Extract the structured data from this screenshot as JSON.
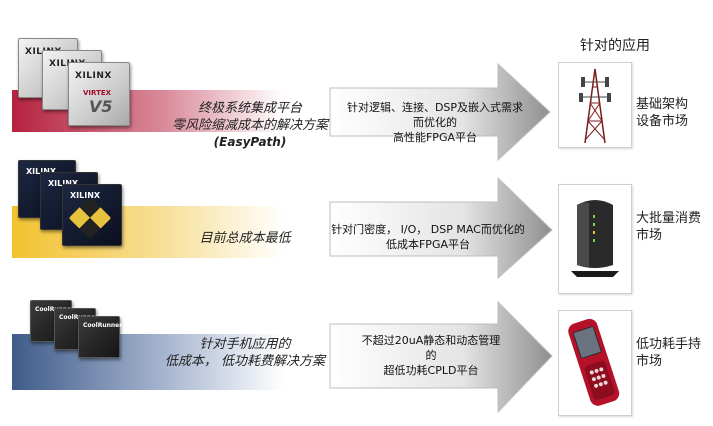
{
  "header": {
    "title": "针对的应用"
  },
  "rows": [
    {
      "band_lines": [
        "终极系统集成平台",
        "零风险缩减成本的解决方案",
        "(EasyPath)"
      ],
      "arrow_lines": [
        "针对逻辑、连接、DSP及嵌入式需求",
        "而优化的",
        "高性能FPGA平台"
      ],
      "market_lines": [
        "基础架构",
        "设备市场"
      ],
      "chip_brand": "XILINX",
      "chip_series": "VIRTEX"
    },
    {
      "band_lines": [
        "目前总成本最低"
      ],
      "arrow_lines": [
        "针对门密度，  I/O，  DSP MAC而优化的",
        "低成本FPGA平台"
      ],
      "market_lines": [
        "大批量消费",
        "市场"
      ],
      "chip_brand": "XILINX"
    },
    {
      "band_lines": [
        "针对手机应用的",
        "低成本，  低功耗费解决方案"
      ],
      "arrow_lines": [
        "不超过20uA静态和动态管理",
        "的",
        "超低功耗CPLD平台"
      ],
      "market_lines": [
        "低功耗手持",
        "市场"
      ],
      "chip_brand": "CoolRunner"
    }
  ],
  "colors": {
    "row1_band": "#b5223f",
    "row2_band": "#f2c230",
    "row3_band": "#3f5c8a",
    "arrow_light": "#f4f4f4",
    "arrow_dark": "#9a9a9a"
  },
  "icons": {
    "row1_market": "cell-tower",
    "row2_market": "router-modem",
    "row3_market": "mobile-phone"
  }
}
